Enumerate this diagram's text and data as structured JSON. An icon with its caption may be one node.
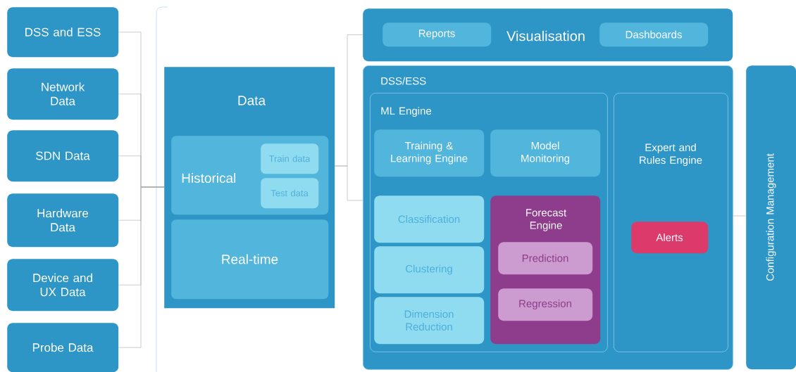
{
  "diagram": {
    "nodes": [
      {
        "text": [
          "DSS and ESS"
        ]
      },
      {
        "text": [
          "Network Data"
        ]
      },
      {
        "text": [
          "SDN Data"
        ]
      },
      {
        "text": [
          "Hardware Data"
        ]
      },
      {
        "text": [
          "Device and UX Data"
        ]
      },
      {
        "text": [
          "Probe Data"
        ]
      },
      {
        "text": [
          "Data"
        ]
      },
      {
        "text": [
          "Historical"
        ],
        "in": 6
      },
      {
        "text": [
          "Train data"
        ],
        "in": 7
      },
      {
        "text": [
          "Test data"
        ],
        "in": 7
      },
      {
        "text": [
          "Real-time"
        ],
        "in": 6
      },
      {
        "text": [
          "Visualisation"
        ]
      },
      {
        "text": [
          "Reports"
        ],
        "in": 11
      },
      {
        "text": [
          "Dashboards"
        ],
        "in": 11
      },
      {
        "text": [
          "DSS/ESS"
        ]
      },
      {
        "text": [
          "ML Engine"
        ],
        "in": 14
      },
      {
        "text": [
          "Training & Learning Engine"
        ],
        "in": 15
      },
      {
        "text": [
          "Model Monitoring"
        ],
        "in": 15
      },
      {
        "text": [
          "Classification"
        ],
        "in": 15
      },
      {
        "text": [
          "Clustering"
        ],
        "in": 15
      },
      {
        "text": [
          "Dimension Reduction"
        ],
        "in": 15
      },
      {
        "text": [
          "Forecast Engine"
        ],
        "in": 15
      },
      {
        "text": [
          "Prediction"
        ],
        "in": 21
      },
      {
        "text": [
          "Regression"
        ],
        "in": 21
      },
      {
        "text": [
          "Expert and Rules Engine"
        ],
        "in": 14
      },
      {
        "text": [
          "Alerts"
        ],
        "in": 24
      },
      {
        "text": [
          "Configuration Management"
        ]
      }
    ],
    "edges": [
      {
        "from": 0,
        "to": 6,
        "arrow": "none"
      },
      {
        "from": 1,
        "to": 6,
        "arrow": "none"
      },
      {
        "from": 2,
        "to": 6,
        "arrow": "none"
      },
      {
        "from": 3,
        "to": 6,
        "arrow": "none"
      },
      {
        "from": 4,
        "to": 6,
        "arrow": "none"
      },
      {
        "from": 5,
        "to": 6,
        "arrow": "none"
      },
      {
        "from": 6,
        "to": 11,
        "arrow": "none"
      },
      {
        "from": 6,
        "to": 14,
        "arrow": "none"
      },
      {
        "from": 14,
        "to": 26,
        "arrow": "none"
      }
    ]
  }
}
